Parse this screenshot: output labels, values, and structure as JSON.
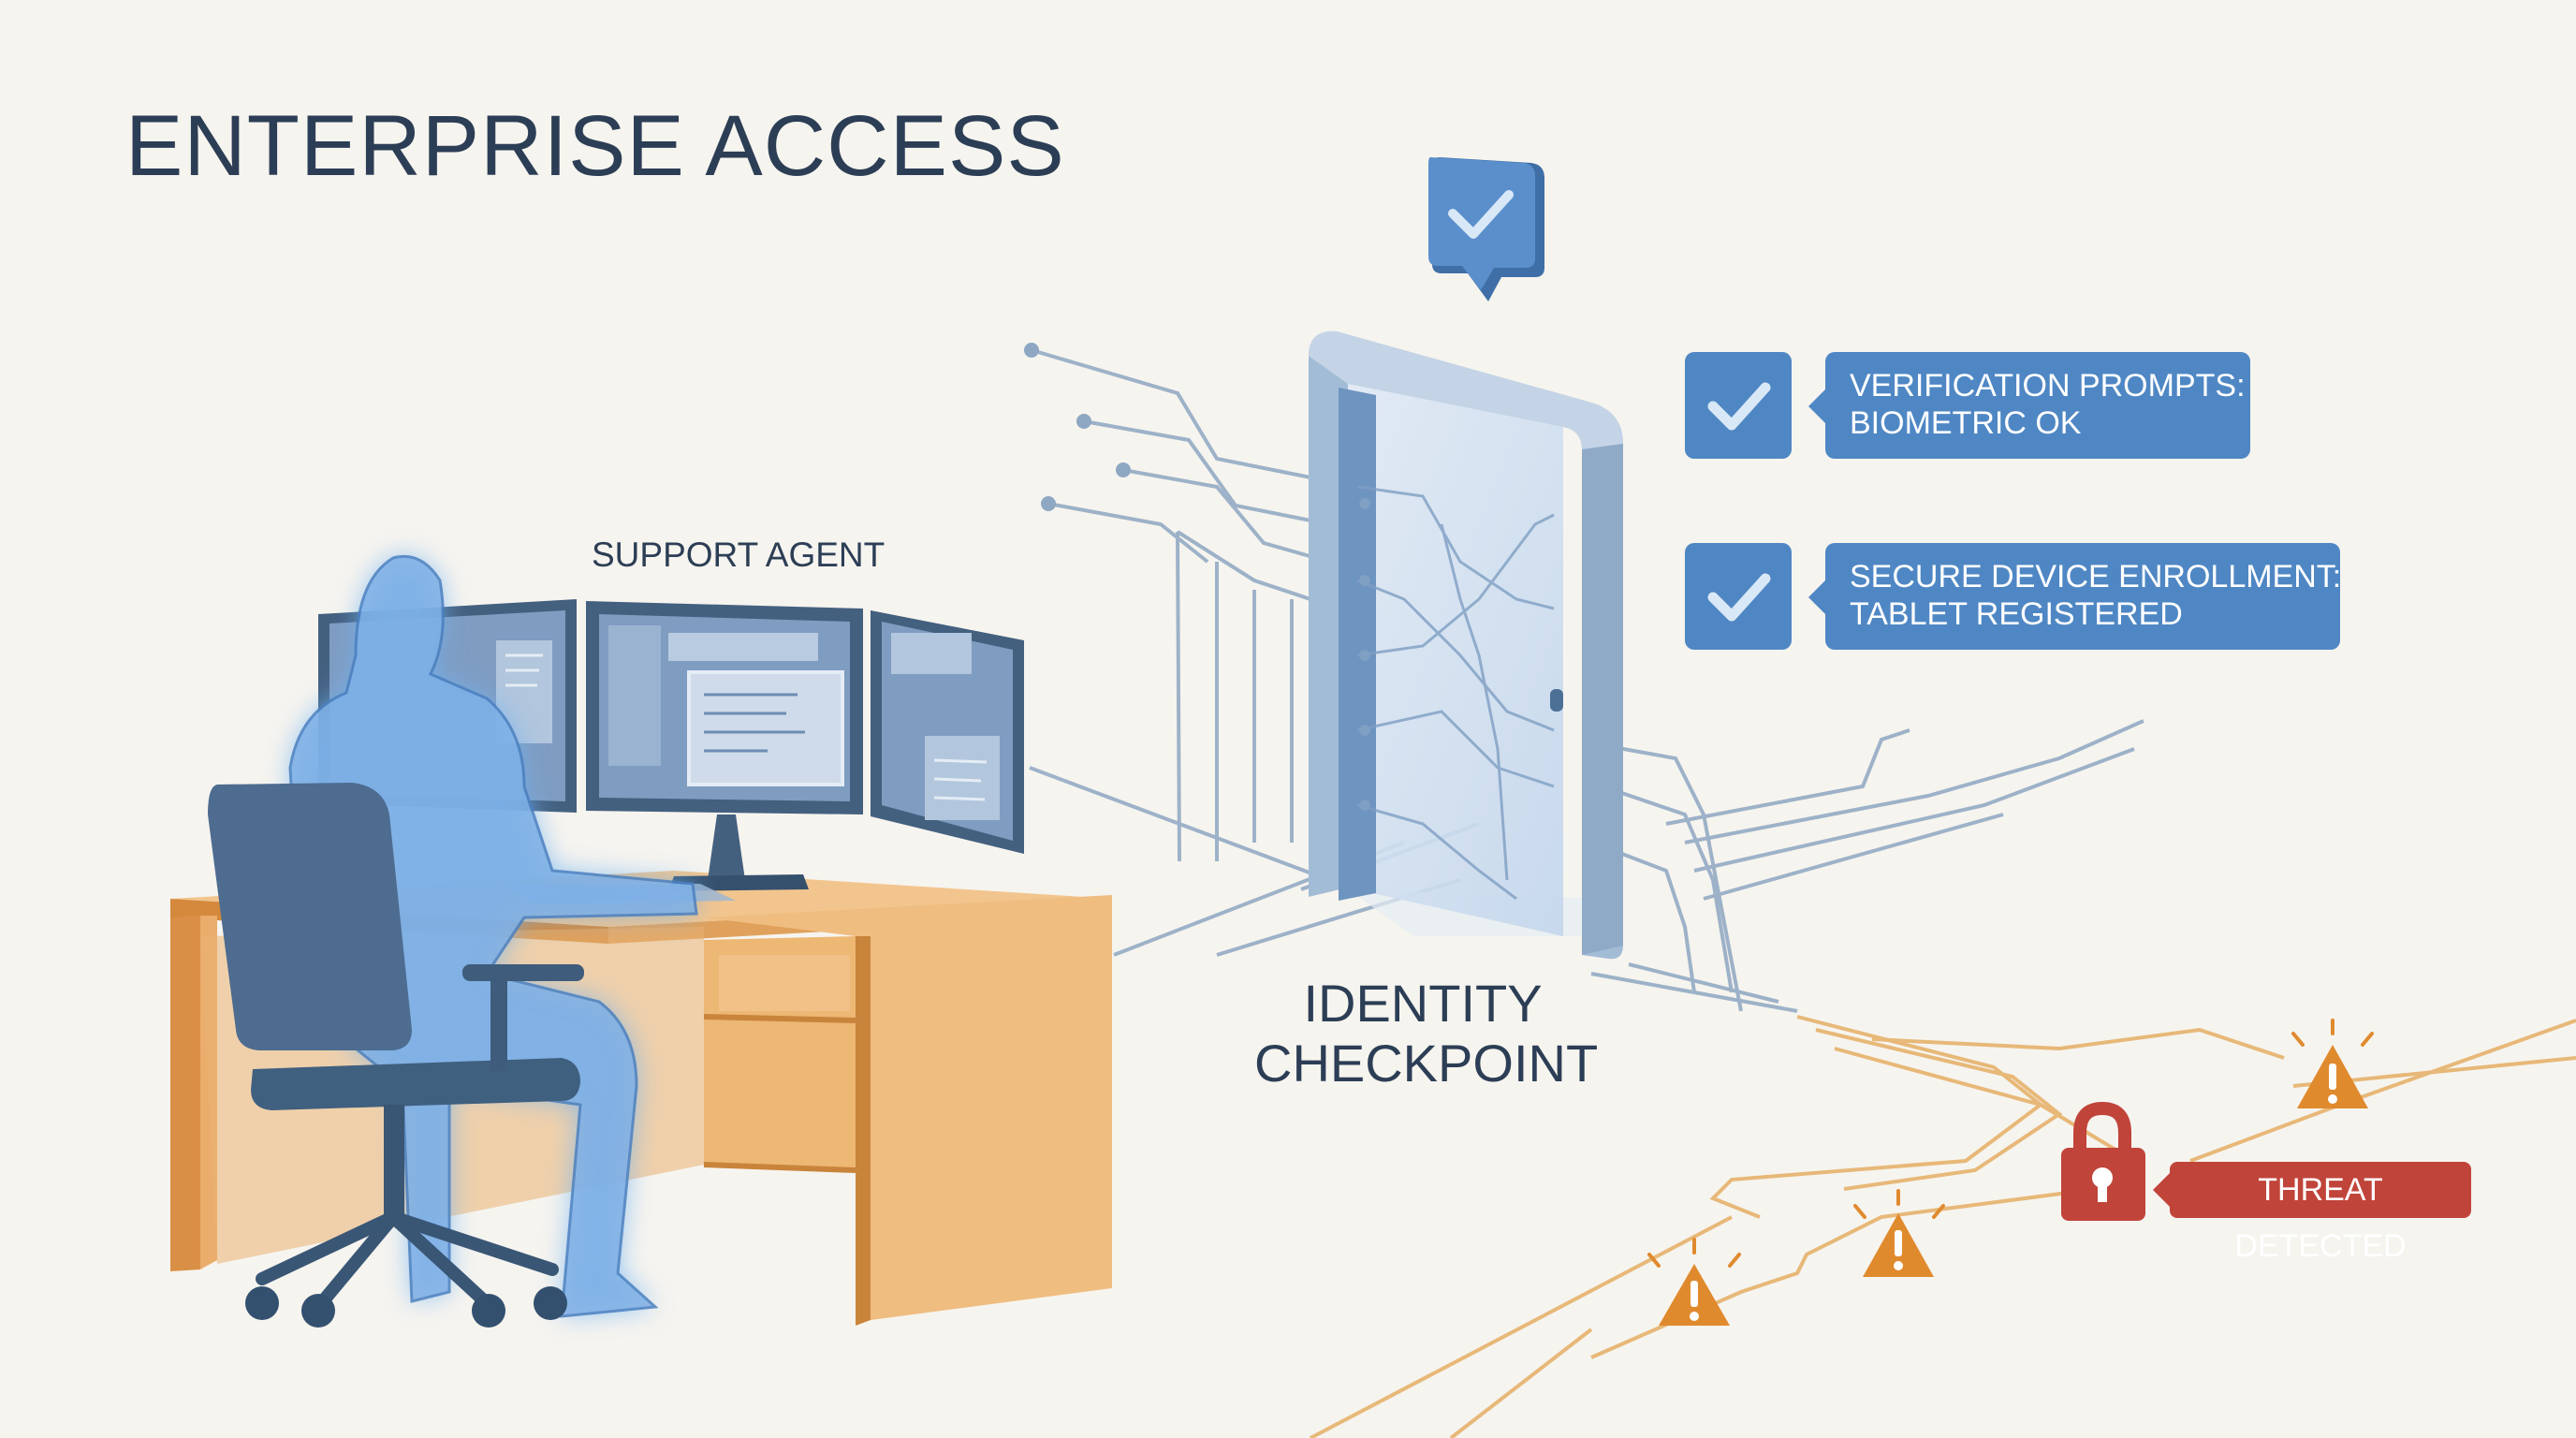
{
  "title": "ENTERPRISE ACCESS",
  "agent_label": "SUPPORT AGENT",
  "checkpoint_label": "IDENTITY CHECKPOINT",
  "callouts": [
    {
      "line1": "VERIFICATION PROMPTS:",
      "line2": "BIOMETRIC OK"
    },
    {
      "line1": "SECURE DEVICE ENROLLMENT:",
      "line2": "TABLET REGISTERED"
    }
  ],
  "threat_label": "THREAT DETECTED",
  "icons": [
    "check-bubble-icon",
    "checkmark-icon",
    "padlock-icon",
    "warning-icon"
  ],
  "colors": {
    "background": "#f6f4ef",
    "primary_blue": "#4f87c4",
    "text_navy": "#2c3e55",
    "desk_orange": "#edb774",
    "alert_red": "#c0443a",
    "warning_orange": "#e08a2e",
    "circuit_line": "#8aa3bf"
  }
}
